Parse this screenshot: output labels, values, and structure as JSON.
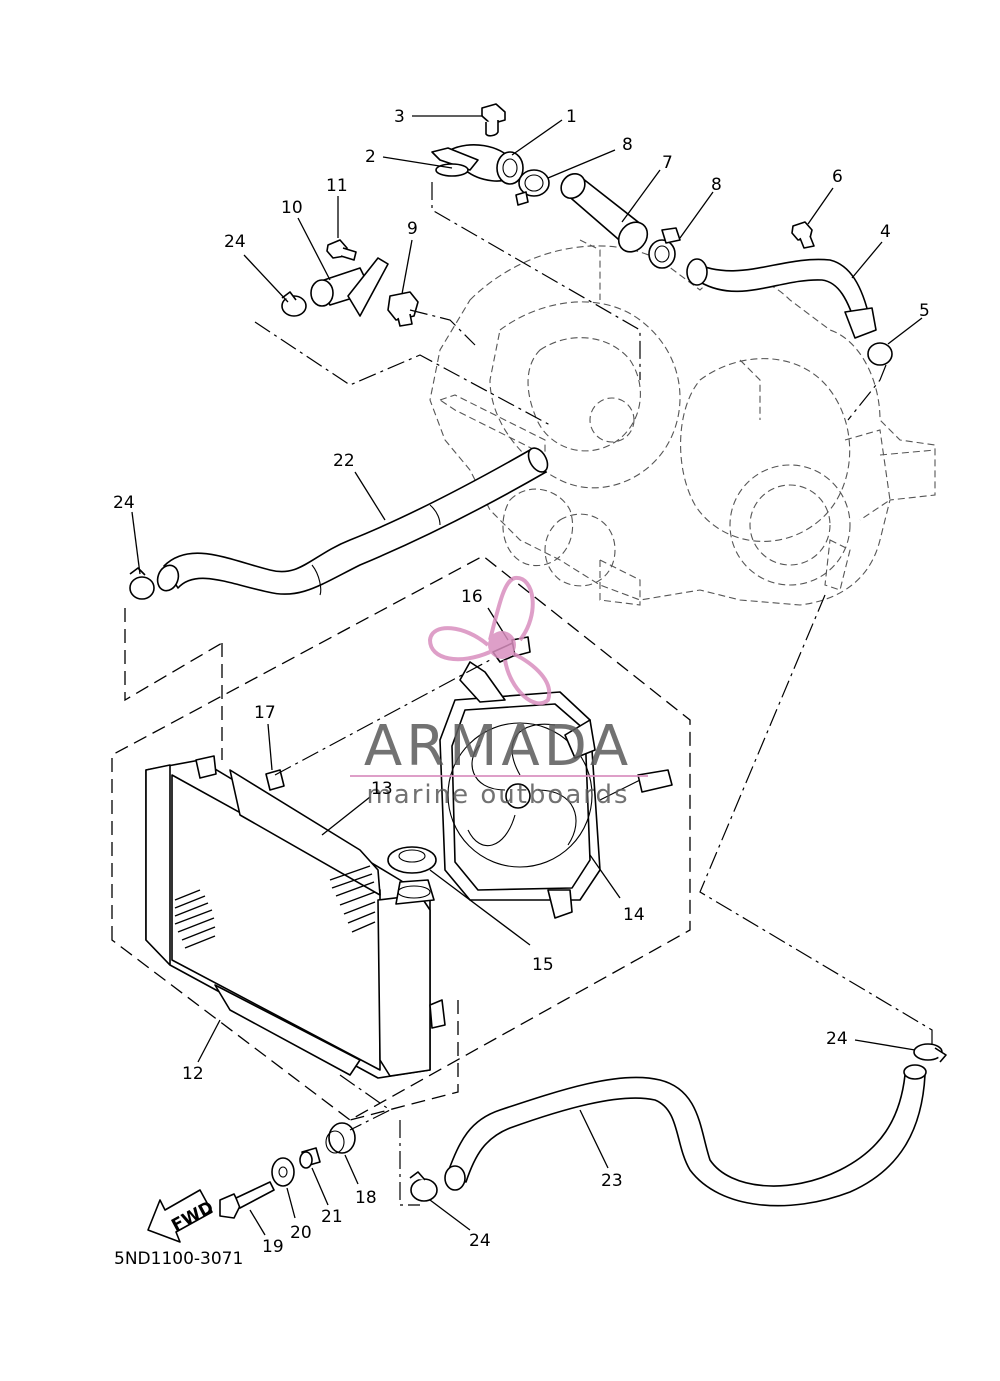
{
  "diagram_code": "5ND1100-3071",
  "fwd_label": "FWD",
  "watermark": {
    "brand": "ARMADA",
    "tagline": "marine outboards",
    "color": "#d98fbf"
  },
  "callouts": [
    {
      "id": "c1",
      "text": "1"
    },
    {
      "id": "c2",
      "text": "2"
    },
    {
      "id": "c3",
      "text": "3"
    },
    {
      "id": "c4",
      "text": "4"
    },
    {
      "id": "c5",
      "text": "5"
    },
    {
      "id": "c6",
      "text": "6"
    },
    {
      "id": "c7",
      "text": "7"
    },
    {
      "id": "c8a",
      "text": "8"
    },
    {
      "id": "c8b",
      "text": "8"
    },
    {
      "id": "c9",
      "text": "9"
    },
    {
      "id": "c10",
      "text": "10"
    },
    {
      "id": "c11",
      "text": "11"
    },
    {
      "id": "c12",
      "text": "12"
    },
    {
      "id": "c13",
      "text": "13"
    },
    {
      "id": "c14",
      "text": "14"
    },
    {
      "id": "c15",
      "text": "15"
    },
    {
      "id": "c16",
      "text": "16"
    },
    {
      "id": "c17",
      "text": "17"
    },
    {
      "id": "c18",
      "text": "18"
    },
    {
      "id": "c19",
      "text": "19"
    },
    {
      "id": "c20",
      "text": "20"
    },
    {
      "id": "c21",
      "text": "21"
    },
    {
      "id": "c22",
      "text": "22"
    },
    {
      "id": "c23",
      "text": "23"
    },
    {
      "id": "c24a",
      "text": "24"
    },
    {
      "id": "c24b",
      "text": "24"
    },
    {
      "id": "c24c",
      "text": "24"
    },
    {
      "id": "c24d",
      "text": "24"
    }
  ]
}
